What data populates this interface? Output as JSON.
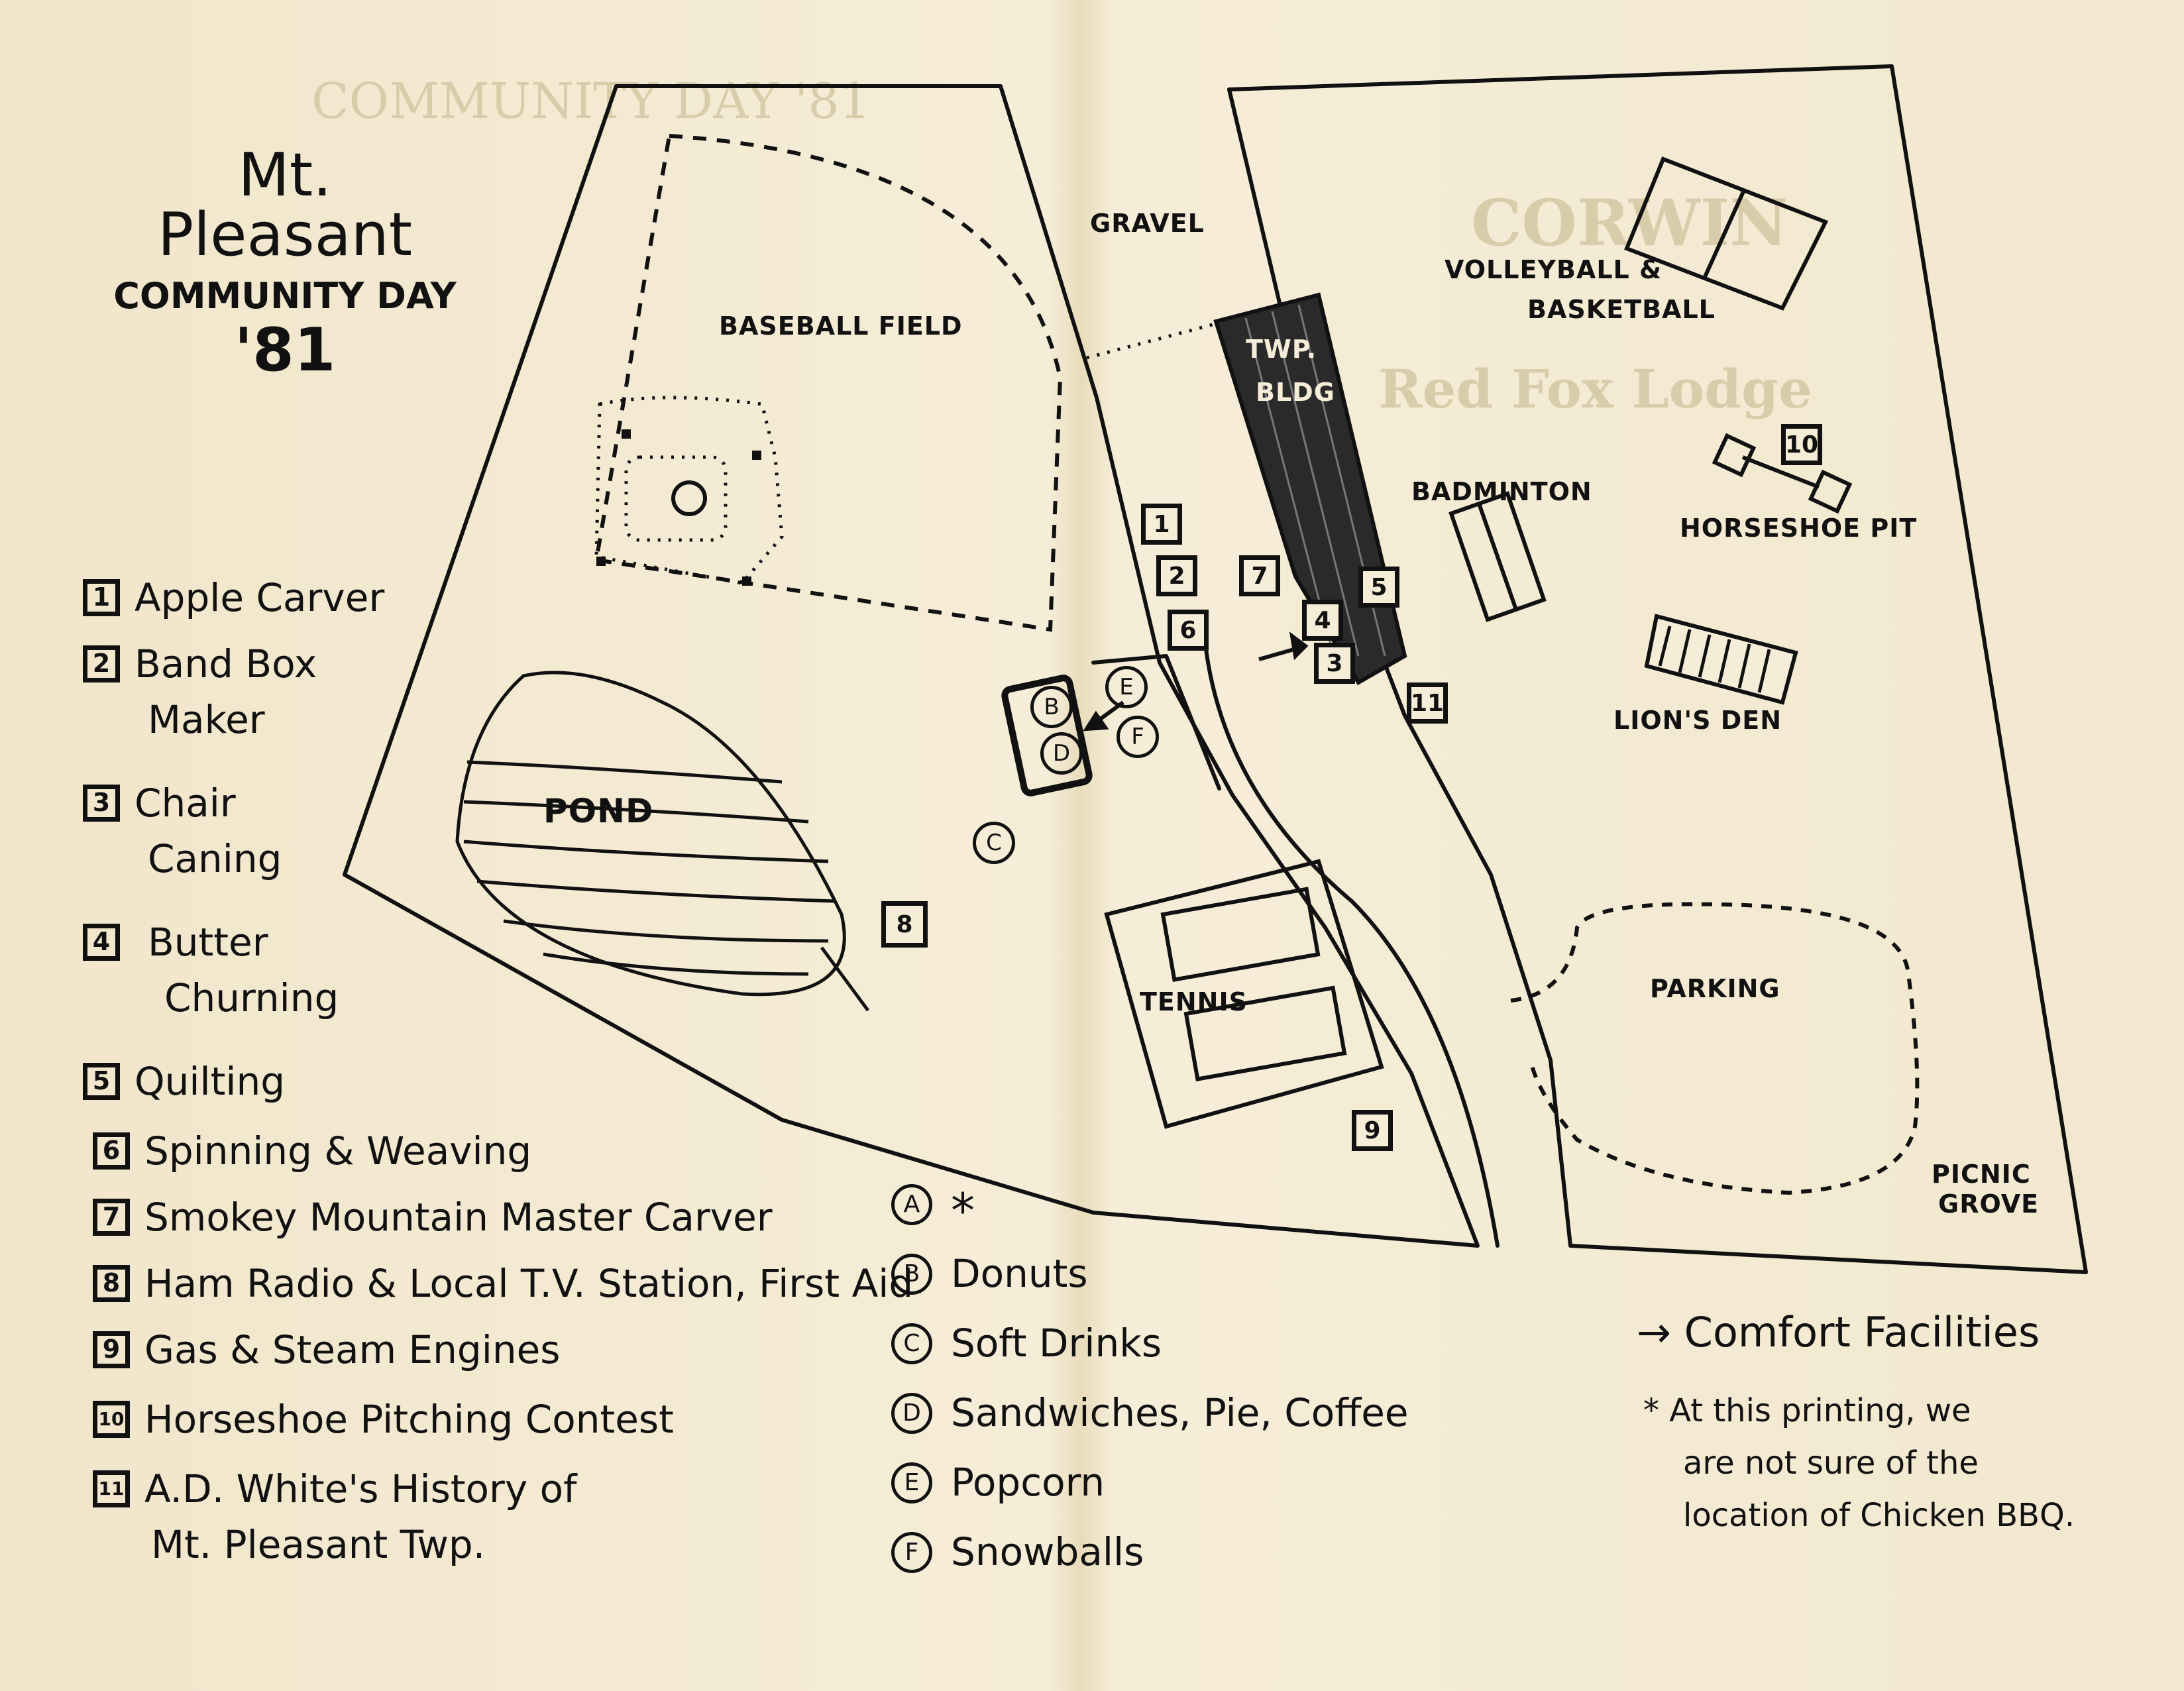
{
  "title": {
    "line1": "Mt. Pleasant",
    "line2": "COMMUNITY DAY",
    "line3": "'81"
  },
  "map_labels": {
    "baseball_field": "BASEBALL FIELD",
    "gravel": "GRAVEL",
    "twp_bldg_1": "TWP.",
    "twp_bldg_2": "BLDG",
    "volleyball_1": "VOLLEYBALL &",
    "volleyball_2": "BASKETBALL",
    "badminton": "BADMINTON",
    "horseshoe_pit": "HORSESHOE PIT",
    "lions_den": "LION'S DEN",
    "pond": "POND",
    "tennis": "TENNIS",
    "parking": "PARKING",
    "picnic_1": "PICNIC",
    "picnic_2": "GROVE"
  },
  "map_markers": {
    "squares": [
      "1",
      "2",
      "3",
      "4",
      "5",
      "6",
      "7",
      "8",
      "9",
      "10",
      "11"
    ],
    "circles": [
      "B",
      "D",
      "E",
      "F",
      "C"
    ]
  },
  "legend_numbered": [
    {
      "num": "1",
      "lines": [
        "Apple Carver"
      ]
    },
    {
      "num": "2",
      "lines": [
        "Band Box",
        "Maker"
      ]
    },
    {
      "num": "3",
      "lines": [
        "Chair",
        "Caning"
      ]
    },
    {
      "num": "4",
      "lines": [
        "Butter",
        "Churning"
      ]
    },
    {
      "num": "5",
      "lines": [
        "Quilting"
      ]
    },
    {
      "num": "6",
      "lines": [
        "Spinning & Weaving"
      ]
    },
    {
      "num": "7",
      "lines": [
        "Smokey Mountain Master Carver"
      ]
    },
    {
      "num": "8",
      "lines": [
        "Ham Radio & Local T.V. Station, First Aid"
      ]
    },
    {
      "num": "9",
      "lines": [
        "Gas & Steam Engines"
      ]
    },
    {
      "num": "10",
      "lines": [
        "Horseshoe Pitching Contest"
      ]
    },
    {
      "num": "11",
      "lines": [
        "A.D. White's History of",
        "Mt. Pleasant Twp."
      ]
    }
  ],
  "legend_lettered": [
    {
      "letter": "A",
      "text": "*"
    },
    {
      "letter": "B",
      "text": "Donuts"
    },
    {
      "letter": "C",
      "text": "Soft Drinks"
    },
    {
      "letter": "D",
      "text": "Sandwiches, Pie, Coffee"
    },
    {
      "letter": "E",
      "text": "Popcorn"
    },
    {
      "letter": "F",
      "text": "Snowballs"
    }
  ],
  "comfort": "→ Comfort Facilities",
  "note": {
    "line1": "* At this printing, we",
    "line2": "are not sure of the",
    "line3": "location of Chicken BBQ."
  }
}
